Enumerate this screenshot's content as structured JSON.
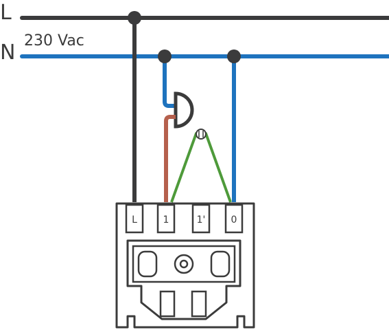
{
  "lines": {
    "phase_label": "L",
    "neutral_label": "N",
    "voltage_label": "230 Vac"
  },
  "terminals": [
    {
      "label": "L"
    },
    {
      "label": "1"
    },
    {
      "label": "1'"
    },
    {
      "label": "0"
    }
  ],
  "colors": {
    "phase": "#3b3b3c",
    "neutral": "#1e73be",
    "load_wire": "#b5604d",
    "lamp_wire": "#4e9a3a",
    "outline": "#3b3b3b"
  },
  "icons": {
    "load": "bell-icon",
    "lamp": "lamp-icon"
  }
}
